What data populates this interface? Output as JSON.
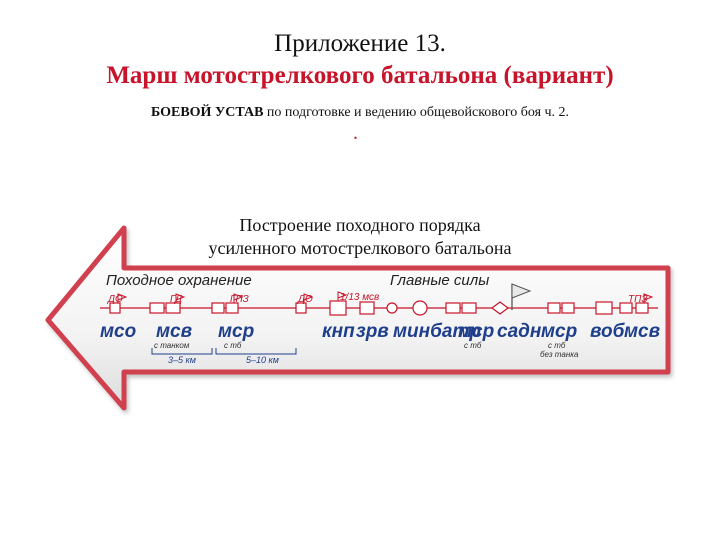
{
  "header": {
    "appendix": "Приложение 13.",
    "title": "Марш мотострелкового батальона (вариант)",
    "source_bold": "БОЕВОЙ УСТАВ",
    "source_rest": " по подготовке и ведению общевойскового боя ч. 2.",
    "dot": "."
  },
  "diagram": {
    "heading_line1": "Построение походного порядка",
    "heading_line2": "усиленного мотострелкового батальона",
    "section_left": "Походное охранение",
    "section_right": "Главные силы",
    "top_labels": [
      "ДО",
      "ГД",
      "ГПЗ",
      "ДО",
      "1/13 мсв",
      "ТПЗ"
    ],
    "units": [
      "мсо",
      "мсв",
      "мср",
      "кнп",
      "зрв",
      "минбатр",
      "мср",
      "садн",
      "мср",
      "воб",
      "мсв"
    ],
    "notes": [
      "с танком",
      "с тб",
      "с тб",
      "с тб",
      "без танка"
    ],
    "distances": [
      "3–5 км",
      "5–10 км"
    ],
    "colors": {
      "arrow_outline": "#c8142a",
      "units_text": "#1f3f8c",
      "marks": "#c8142a"
    }
  }
}
